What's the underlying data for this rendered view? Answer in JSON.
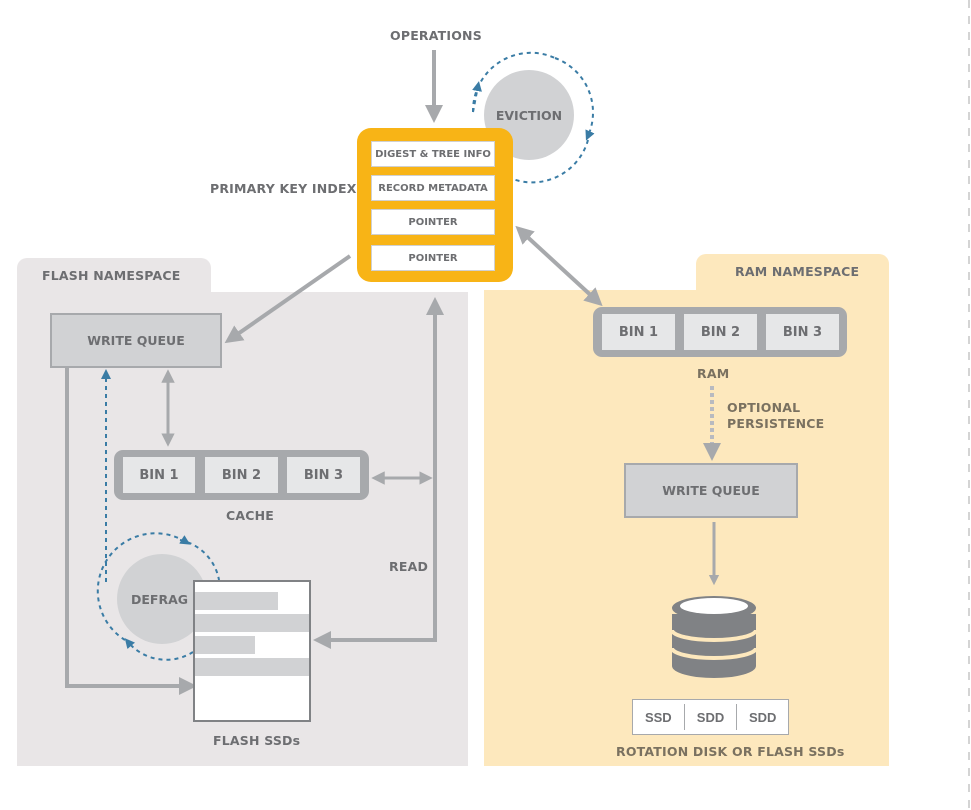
{
  "operations_label": "OPERATIONS",
  "eviction_label": "EVICTION",
  "primary_key_index": {
    "label": "PRIMARY KEY INDEX",
    "rows": [
      "DIGEST & TREE INFO",
      "RECORD METADATA",
      "POINTER",
      "POINTER"
    ]
  },
  "flash_namespace": {
    "title": "FLASH NAMESPACE",
    "write_queue": "WRITE QUEUE",
    "cache": {
      "bins": [
        "BIN 1",
        "BIN 2",
        "BIN 3"
      ],
      "label": "CACHE"
    },
    "defrag_label": "DEFRAG",
    "read_label": "READ",
    "storage_label": "FLASH SSDs"
  },
  "ram_namespace": {
    "title": "RAM NAMESPACE",
    "ram": {
      "bins": [
        "BIN 1",
        "BIN 2",
        "BIN 3"
      ],
      "label": "RAM"
    },
    "persistence_label_line1": "OPTIONAL",
    "persistence_label_line2": "PERSISTENCE",
    "write_queue": "WRITE QUEUE",
    "ssd_cells": [
      "SSD",
      "SDD",
      "SDD"
    ],
    "storage_label": "ROTATION DISK OR FLASH SSDs"
  },
  "colors": {
    "index_accent": "#f8b416",
    "flash_bg": "#e9e6e7",
    "ram_bg": "#fde8bd",
    "arrow_gray": "#a7a9ac",
    "cycle_blue": "#3a7ca5",
    "text_gray": "#6d6e71"
  }
}
